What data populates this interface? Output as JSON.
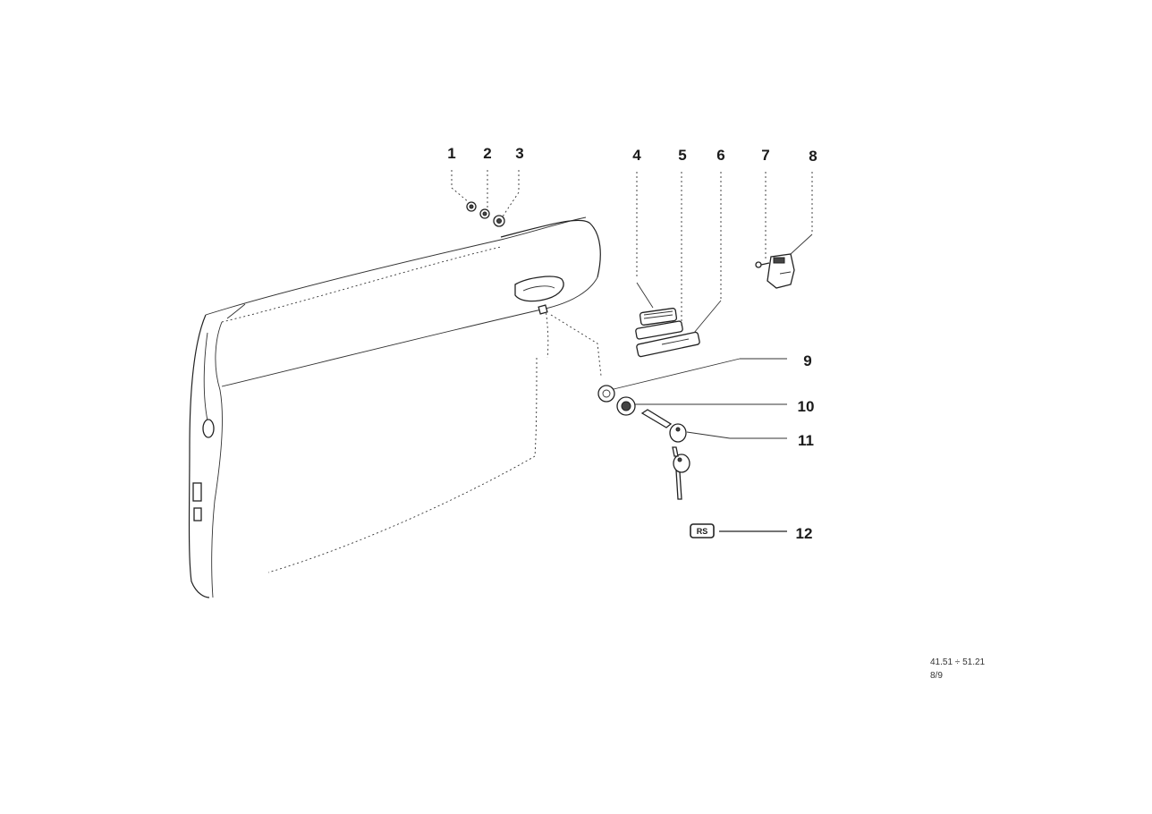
{
  "diagram": {
    "callouts": [
      "1",
      "2",
      "3",
      "4",
      "5",
      "6",
      "7",
      "8",
      "9",
      "10",
      "11",
      "12"
    ],
    "badge": "RS",
    "reference_code": "41.51 ÷ 51.21",
    "page": "8/9"
  },
  "colors": {
    "ink": "#222222",
    "paper": "#ffffff"
  }
}
